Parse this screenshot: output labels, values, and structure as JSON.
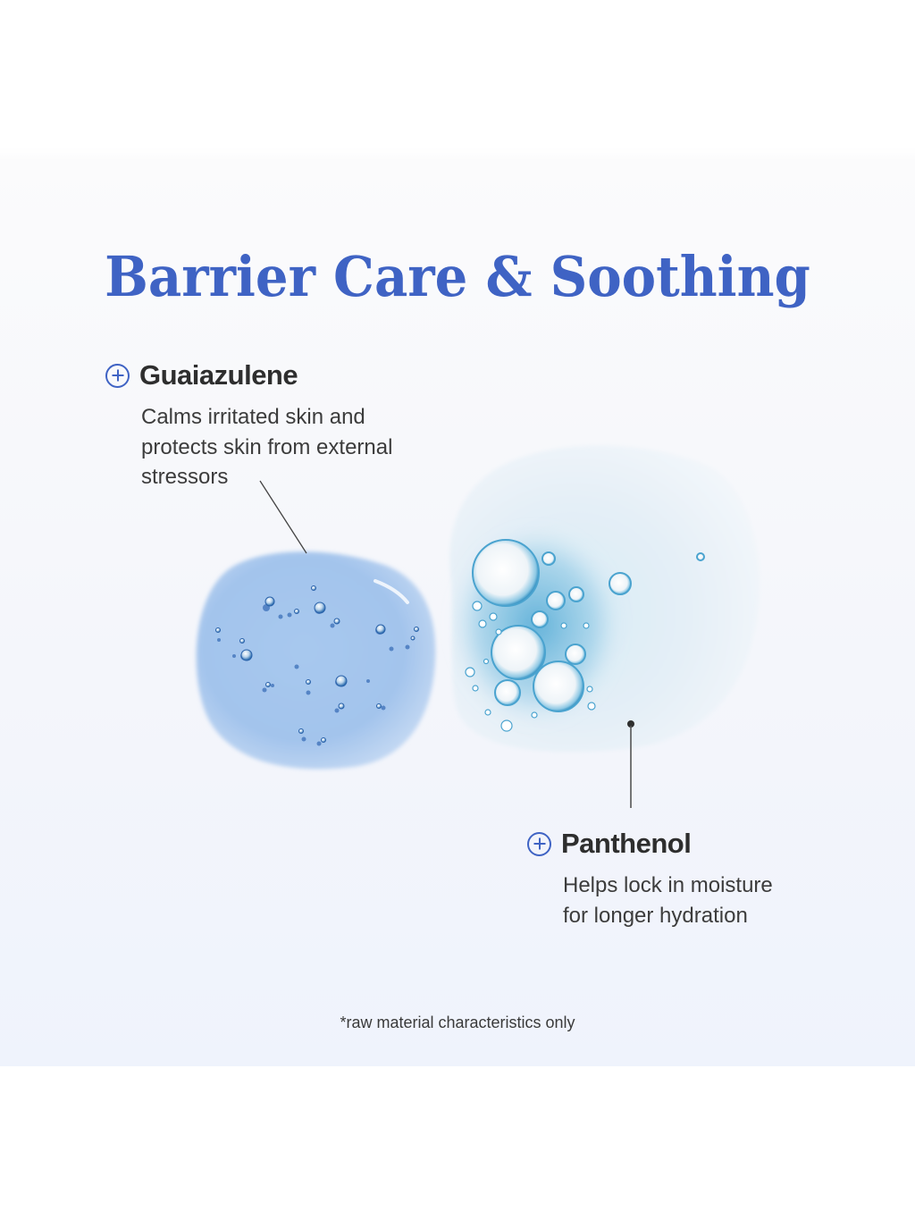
{
  "title": "Barrier Care & Soothing",
  "ingredients": [
    {
      "icon": "plus-circle-icon",
      "name": "Guaiazulene",
      "description_lines": [
        "Calms irritated skin and",
        "protects skin from external",
        "stressors"
      ]
    },
    {
      "icon": "plus-circle-icon",
      "name": "Panthenol",
      "description_lines": [
        "Helps lock in moisture",
        "for longer hydration"
      ]
    }
  ],
  "footnote": "*raw material characteristics only",
  "colors": {
    "accent": "#3f63c4",
    "heading_text": "#2e2e2e",
    "body_text": "#3c3c3c",
    "panel_bottom": "#eff3fc",
    "guaiazulene_drop": "#a9c9ef",
    "panthenol_drop": "#e3eef7",
    "bubble_cyan": "#5fb0d8"
  }
}
